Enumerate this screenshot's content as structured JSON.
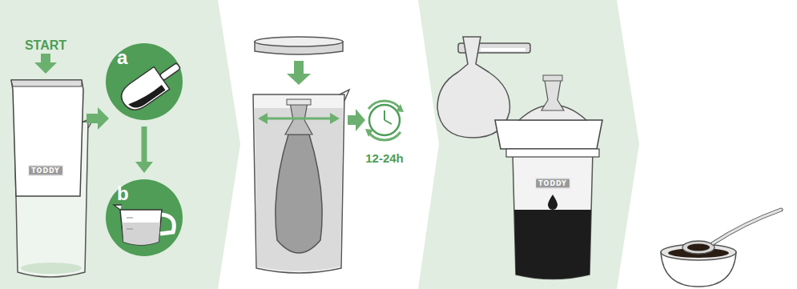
{
  "diagram": {
    "nodes": [
      {
        "text": [
          "a"
        ]
      },
      {
        "text": [
          "b"
        ]
      }
    ],
    "edges": [
      {
        "from": 0,
        "to": 1,
        "arrow": "to"
      }
    ],
    "labels": [
      "START",
      "TODDY",
      "12-24h",
      "TODDY"
    ]
  }
}
